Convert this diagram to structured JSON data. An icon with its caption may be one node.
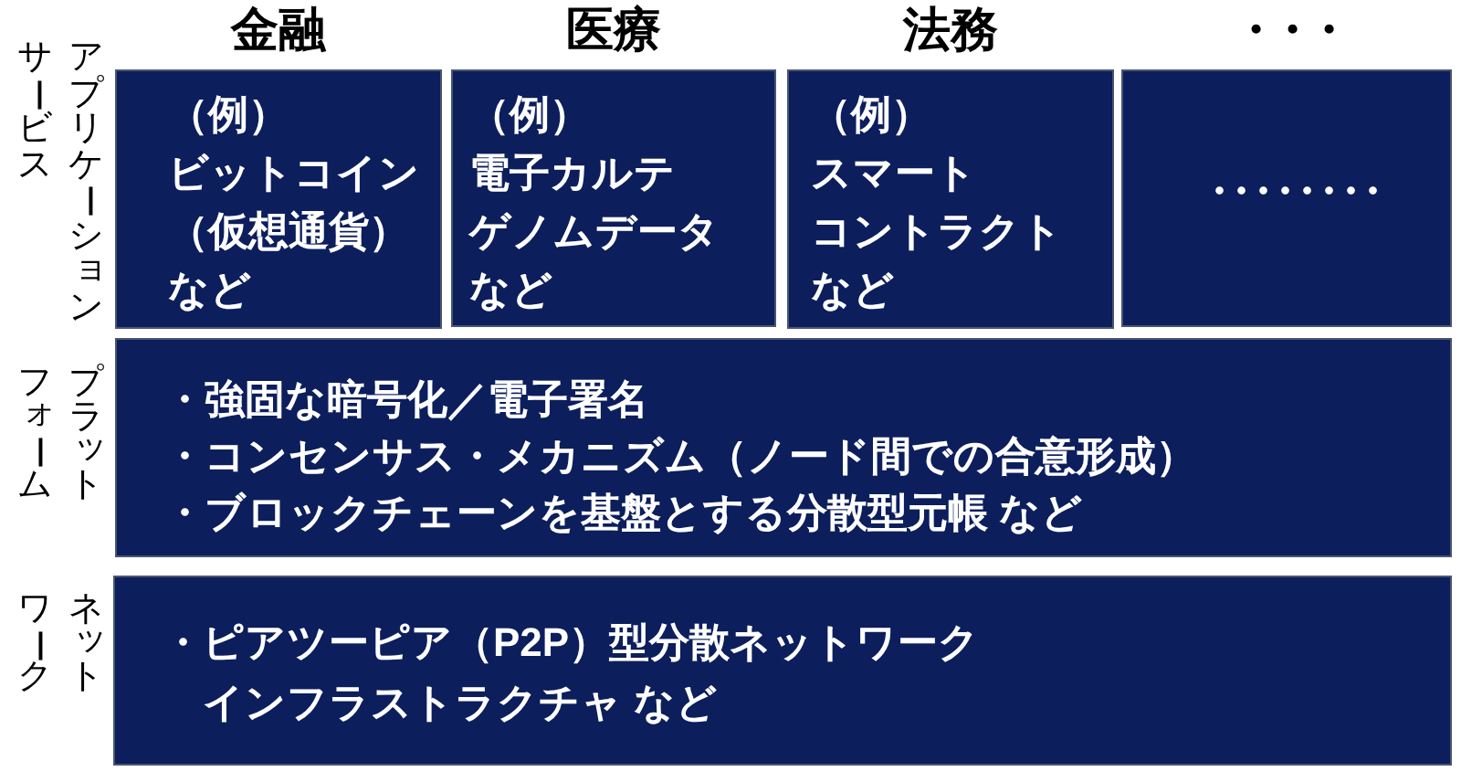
{
  "diagram": {
    "nodes": [
      {
        "text": [
          "金融",
          "（例）ビットコイン（仮想通貨）など"
        ]
      },
      {
        "text": [
          "医療",
          "（例）電子カルテゲノムデータなど"
        ]
      },
      {
        "text": [
          "法務",
          "（例）スマートコントラクトなど"
        ]
      },
      {
        "text": [
          "・・・",
          "・・・・・・・・"
        ]
      },
      {
        "text": [
          "・強固な暗号化／電子署名",
          "・コンセンサス・メカニズム（ノード間での合意形成）",
          "・ブロックチェーンを基盤とする分散型元帳 など"
        ]
      },
      {
        "text": [
          "・ピアツーピア（P2P）型分散ネットワークインフラストラクチャ など"
        ]
      }
    ],
    "labels": [
      "アプリケーションサービス",
      "プラットフォーム",
      "ネットワーク"
    ]
  }
}
